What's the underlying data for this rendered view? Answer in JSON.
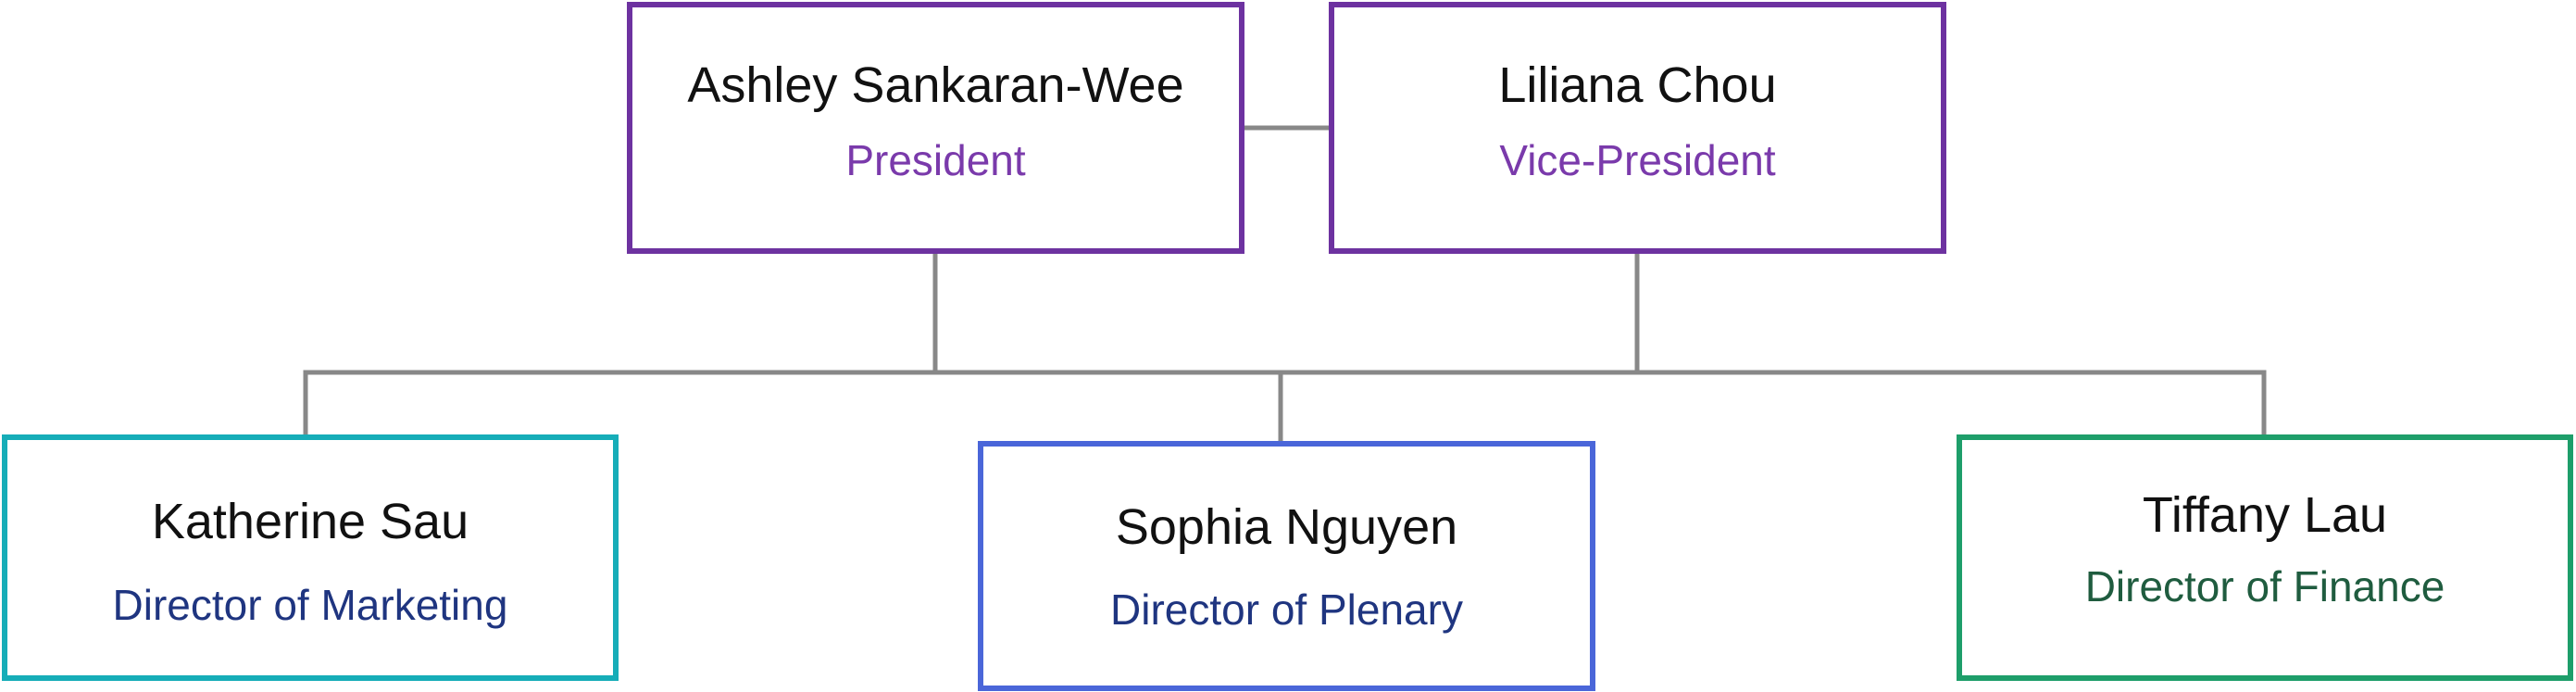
{
  "members": {
    "president": {
      "name": "Ashley Sankaran-Wee",
      "role": "President",
      "border_color": "#6d32a0",
      "role_color": "#7a3aab"
    },
    "vice_president": {
      "name": "Liliana Chou",
      "role": "Vice-President",
      "border_color": "#6d32a0",
      "role_color": "#7a3aab"
    },
    "marketing": {
      "name": "Katherine Sau",
      "role": "Director of Marketing",
      "border_color": "#16adb8",
      "role_color": "#1f3580"
    },
    "plenary": {
      "name": "Sophia Nguyen",
      "role": "Director of Plenary",
      "border_color": "#4a66d9",
      "role_color": "#1f3580"
    },
    "finance": {
      "name": "Tiffany Lau",
      "role": "Director of Finance",
      "border_color": "#1e9e6a",
      "role_color": "#1f5c3f"
    }
  },
  "connector_color": "#888888"
}
